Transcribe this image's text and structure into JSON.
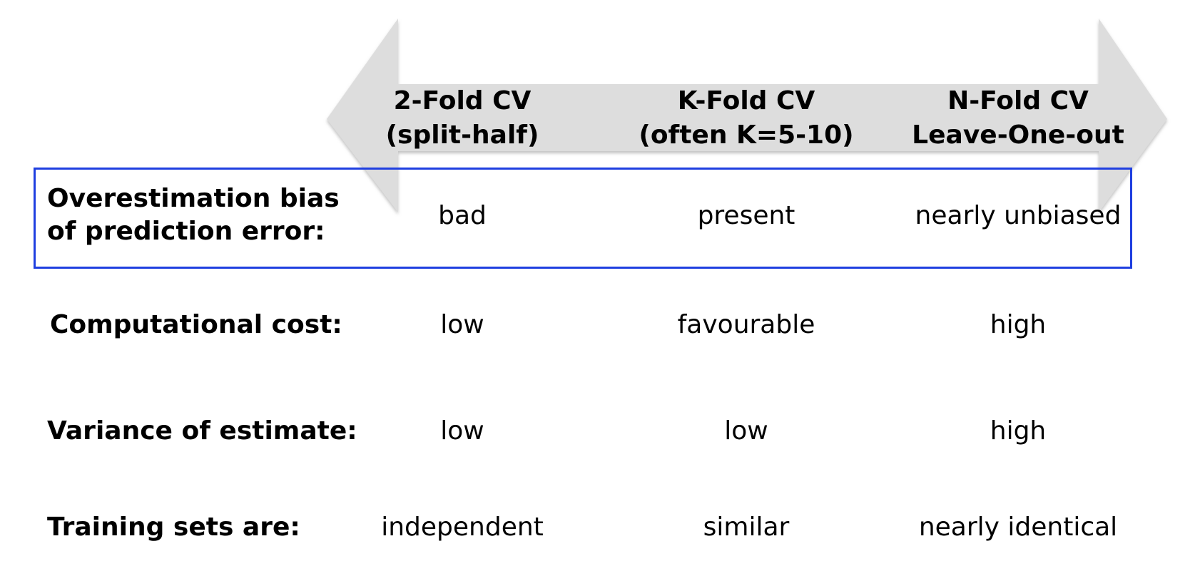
{
  "colors": {
    "arrow_fill": "#dddddd",
    "highlight_border": "#1f3fe0",
    "text": "#000000"
  },
  "columns": [
    {
      "line1": "2-Fold CV",
      "line2": "(split-half)"
    },
    {
      "line1": "K-Fold CV",
      "line2": "(often K=5-10)"
    },
    {
      "line1": "N-Fold CV",
      "line2": "Leave-One-out"
    }
  ],
  "rows": [
    {
      "label_lines": [
        "Overestimation bias",
        "of prediction error:"
      ],
      "values": [
        "bad",
        "present",
        "nearly unbiased"
      ],
      "highlighted": true
    },
    {
      "label_lines": [
        "Computational cost:"
      ],
      "values": [
        "low",
        "favourable",
        "high"
      ],
      "highlighted": false
    },
    {
      "label_lines": [
        "Variance of estimate:"
      ],
      "values": [
        "low",
        "low",
        "high"
      ],
      "highlighted": false
    },
    {
      "label_lines": [
        "Training sets are:"
      ],
      "values": [
        "independent",
        "similar",
        "nearly identical"
      ],
      "highlighted": false
    }
  ]
}
